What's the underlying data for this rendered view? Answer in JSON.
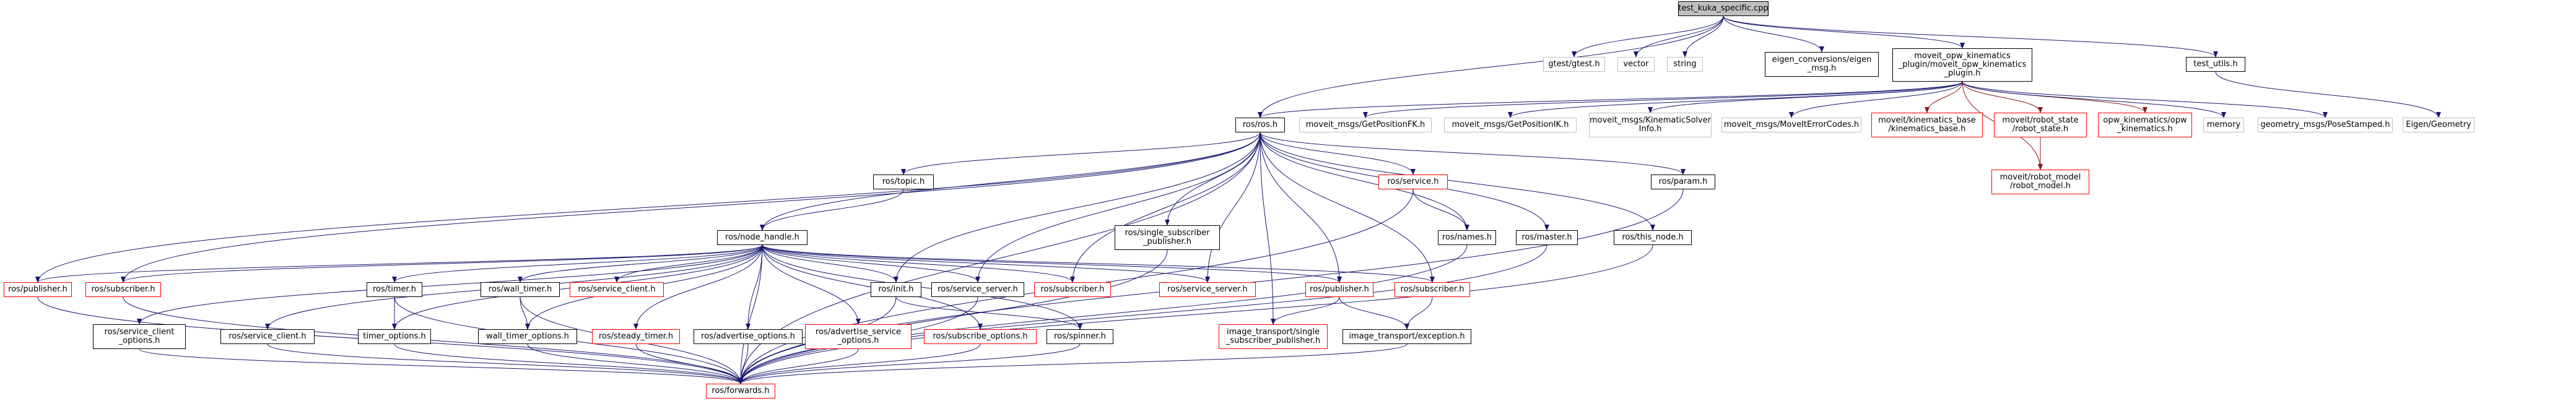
{
  "diagram": {
    "type": "include-dependency-graph",
    "colors": {
      "edge_default": "#191970",
      "edge_highlight": "#8b1a1a",
      "edge_to_missing": "#ff0000",
      "node_border_default": "#000000",
      "node_border_external": "#bfbfbf",
      "node_border_missing": "#ff0000",
      "root_fill": "#bfbfbf"
    },
    "nodes": [
      {
        "id": "root",
        "label": "test_kuka_specific.cpp",
        "kind": "root"
      },
      {
        "id": "gtest",
        "label": "gtest/gtest.h",
        "kind": "ext"
      },
      {
        "id": "vector",
        "label": "vector",
        "kind": "ext"
      },
      {
        "id": "string",
        "label": "string",
        "kind": "ext"
      },
      {
        "id": "eigen_conv",
        "label": "eigen_conversions/eigen\n_msg.h",
        "kind": "normal"
      },
      {
        "id": "opw_plugin",
        "label": "moveit_opw_kinematics\n_plugin/moveit_opw_kinematics\n_plugin.h",
        "kind": "normal"
      },
      {
        "id": "test_utils",
        "label": "test_utils.h",
        "kind": "normal"
      },
      {
        "id": "ros_h",
        "label": "ros/ros.h",
        "kind": "normal"
      },
      {
        "id": "getposfk",
        "label": "moveit_msgs/GetPositionFK.h",
        "kind": "ext"
      },
      {
        "id": "getposik",
        "label": "moveit_msgs/GetPositionIK.h",
        "kind": "ext"
      },
      {
        "id": "kinsolver",
        "label": "moveit_msgs/KinematicSolver\nInfo.h",
        "kind": "ext"
      },
      {
        "id": "errcodes",
        "label": "moveit_msgs/MoveItErrorCodes.h",
        "kind": "ext"
      },
      {
        "id": "kinbase",
        "label": "moveit/kinematics_base\n/kinematics_base.h",
        "kind": "missing"
      },
      {
        "id": "robotstate",
        "label": "moveit/robot_state\n/robot_state.h",
        "kind": "missing"
      },
      {
        "id": "opwkin",
        "label": "opw_kinematics/opw\n_kinematics.h",
        "kind": "missing"
      },
      {
        "id": "memory",
        "label": "memory",
        "kind": "ext"
      },
      {
        "id": "posestamped",
        "label": "geometry_msgs/PoseStamped.h",
        "kind": "ext"
      },
      {
        "id": "eigengeom",
        "label": "Eigen/Geometry",
        "kind": "ext"
      },
      {
        "id": "robotmodel",
        "label": "moveit/robot_model\n/robot_model.h",
        "kind": "missing"
      },
      {
        "id": "topic",
        "label": "ros/topic.h",
        "kind": "normal"
      },
      {
        "id": "service",
        "label": "ros/service.h",
        "kind": "missing"
      },
      {
        "id": "param",
        "label": "ros/param.h",
        "kind": "normal"
      },
      {
        "id": "nodehandle",
        "label": "ros/node_handle.h",
        "kind": "normal"
      },
      {
        "id": "singlesub",
        "label": "ros/single_subscriber\n_publisher.h",
        "kind": "normal"
      },
      {
        "id": "names",
        "label": "ros/names.h",
        "kind": "normal"
      },
      {
        "id": "master",
        "label": "ros/master.h",
        "kind": "normal"
      },
      {
        "id": "thisnode",
        "label": "ros/this_node.h",
        "kind": "normal"
      },
      {
        "id": "publisher_l",
        "label": "ros/publisher.h",
        "kind": "missing"
      },
      {
        "id": "subscriber_l",
        "label": "ros/subscriber.h",
        "kind": "missing"
      },
      {
        "id": "srvclientopts",
        "label": "ros/service_client\n_options.h",
        "kind": "normal"
      },
      {
        "id": "srvclient",
        "label": "ros/service_client.h",
        "kind": "normal"
      },
      {
        "id": "timer",
        "label": "ros/timer.h",
        "kind": "normal"
      },
      {
        "id": "timeropts",
        "label": "timer_options.h",
        "kind": "normal"
      },
      {
        "id": "walltimer",
        "label": "ros/wall_timer.h",
        "kind": "normal"
      },
      {
        "id": "walltimeropts",
        "label": "wall_timer_options.h",
        "kind": "normal"
      },
      {
        "id": "srvclient_m",
        "label": "ros/service_client.h",
        "kind": "missing"
      },
      {
        "id": "steadytimer",
        "label": "ros/steady_timer.h",
        "kind": "missing"
      },
      {
        "id": "advopts",
        "label": "ros/advertise_options.h",
        "kind": "normal"
      },
      {
        "id": "advsrvopts",
        "label": "ros/advertise_service\n_options.h",
        "kind": "missing"
      },
      {
        "id": "subopts",
        "label": "ros/subscribe_options.h",
        "kind": "missing"
      },
      {
        "id": "init",
        "label": "ros/init.h",
        "kind": "normal"
      },
      {
        "id": "srvserver_n",
        "label": "ros/service_server.h",
        "kind": "normal"
      },
      {
        "id": "spinner",
        "label": "ros/spinner.h",
        "kind": "normal"
      },
      {
        "id": "subscriber_m",
        "label": "ros/subscriber.h",
        "kind": "missing"
      },
      {
        "id": "srvserver_m",
        "label": "ros/service_server.h",
        "kind": "missing"
      },
      {
        "id": "publisher_r",
        "label": "ros/publisher.h",
        "kind": "missing"
      },
      {
        "id": "subscriber_r",
        "label": "ros/subscriber.h",
        "kind": "missing"
      },
      {
        "id": "imgsinglesub",
        "label": "image_transport/single\n_subscriber_publisher.h",
        "kind": "missing"
      },
      {
        "id": "imgexc",
        "label": "image_transport/exception.h",
        "kind": "normal"
      },
      {
        "id": "forwards",
        "label": "ros/forwards.h",
        "kind": "missing"
      }
    ],
    "edges": [
      [
        "root",
        "gtest"
      ],
      [
        "root",
        "vector"
      ],
      [
        "root",
        "string"
      ],
      [
        "root",
        "eigen_conv"
      ],
      [
        "root",
        "opw_plugin"
      ],
      [
        "root",
        "test_utils"
      ],
      [
        "root",
        "ros_h"
      ],
      [
        "opw_plugin",
        "ros_h"
      ],
      [
        "opw_plugin",
        "getposfk"
      ],
      [
        "opw_plugin",
        "getposik"
      ],
      [
        "opw_plugin",
        "kinsolver"
      ],
      [
        "opw_plugin",
        "errcodes"
      ],
      [
        "opw_plugin",
        "kinbase"
      ],
      [
        "opw_plugin",
        "robotstate"
      ],
      [
        "opw_plugin",
        "opwkin"
      ],
      [
        "opw_plugin",
        "memory"
      ],
      [
        "opw_plugin",
        "posestamped"
      ],
      [
        "opw_plugin",
        "robotmodel"
      ],
      [
        "test_utils",
        "eigengeom"
      ],
      [
        "robotstate",
        "robotmodel"
      ],
      [
        "ros_h",
        "topic"
      ],
      [
        "ros_h",
        "service"
      ],
      [
        "ros_h",
        "param"
      ],
      [
        "ros_h",
        "nodehandle"
      ],
      [
        "ros_h",
        "singlesub"
      ],
      [
        "ros_h",
        "names"
      ],
      [
        "ros_h",
        "master"
      ],
      [
        "ros_h",
        "thisnode"
      ],
      [
        "ros_h",
        "publisher_l"
      ],
      [
        "ros_h",
        "subscriber_l"
      ],
      [
        "ros_h",
        "init"
      ],
      [
        "ros_h",
        "srvserver_n"
      ],
      [
        "ros_h",
        "subscriber_m"
      ],
      [
        "ros_h",
        "srvserver_m"
      ],
      [
        "ros_h",
        "publisher_r"
      ],
      [
        "ros_h",
        "subscriber_r"
      ],
      [
        "ros_h",
        "imgsinglesub"
      ],
      [
        "ros_h",
        "forwards"
      ],
      [
        "topic",
        "nodehandle"
      ],
      [
        "service",
        "names"
      ],
      [
        "service",
        "forwards"
      ],
      [
        "param",
        "forwards"
      ],
      [
        "nodehandle",
        "publisher_l"
      ],
      [
        "nodehandle",
        "subscriber_l"
      ],
      [
        "nodehandle",
        "srvclientopts"
      ],
      [
        "nodehandle",
        "srvclient"
      ],
      [
        "nodehandle",
        "timer"
      ],
      [
        "nodehandle",
        "timeropts"
      ],
      [
        "nodehandle",
        "walltimer"
      ],
      [
        "nodehandle",
        "walltimeropts"
      ],
      [
        "nodehandle",
        "srvclient_m"
      ],
      [
        "nodehandle",
        "steadytimer"
      ],
      [
        "nodehandle",
        "advopts"
      ],
      [
        "nodehandle",
        "advsrvopts"
      ],
      [
        "nodehandle",
        "subopts"
      ],
      [
        "nodehandle",
        "init"
      ],
      [
        "nodehandle",
        "srvserver_n"
      ],
      [
        "nodehandle",
        "spinner"
      ],
      [
        "nodehandle",
        "subscriber_m"
      ],
      [
        "nodehandle",
        "srvserver_m"
      ],
      [
        "nodehandle",
        "publisher_r"
      ],
      [
        "nodehandle",
        "subscriber_r"
      ],
      [
        "nodehandle",
        "forwards"
      ],
      [
        "singlesub",
        "forwards"
      ],
      [
        "names",
        "forwards"
      ],
      [
        "master",
        "forwards"
      ],
      [
        "thisnode",
        "forwards"
      ],
      [
        "publisher_l",
        "forwards"
      ],
      [
        "subscriber_l",
        "forwards"
      ],
      [
        "srvclientopts",
        "forwards"
      ],
      [
        "srvclient",
        "forwards"
      ],
      [
        "timer",
        "timeropts"
      ],
      [
        "timer",
        "forwards"
      ],
      [
        "timeropts",
        "forwards"
      ],
      [
        "walltimer",
        "walltimeropts"
      ],
      [
        "walltimer",
        "forwards"
      ],
      [
        "walltimeropts",
        "forwards"
      ],
      [
        "steadytimer",
        "forwards"
      ],
      [
        "advopts",
        "forwards"
      ],
      [
        "advsrvopts",
        "forwards"
      ],
      [
        "subopts",
        "forwards"
      ],
      [
        "init",
        "spinner"
      ],
      [
        "init",
        "forwards"
      ],
      [
        "srvserver_n",
        "forwards"
      ],
      [
        "spinner",
        "forwards"
      ],
      [
        "publisher_r",
        "imgsinglesub"
      ],
      [
        "publisher_r",
        "imgexc"
      ],
      [
        "subscriber_r",
        "imgexc"
      ],
      [
        "imgexc",
        "forwards"
      ]
    ]
  }
}
